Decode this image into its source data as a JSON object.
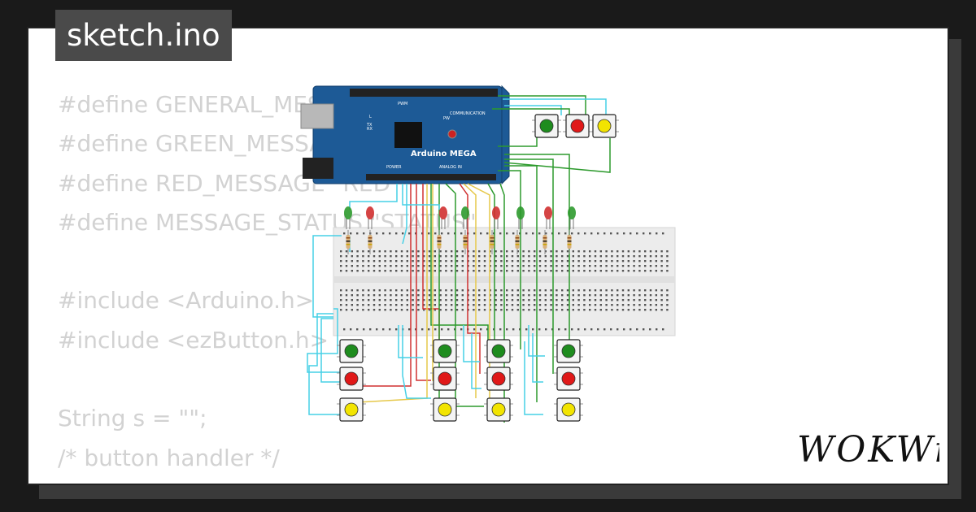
{
  "title": "sketch.ino",
  "code_lines": [
    "#define GENERAL_MESSAGE \"CLEAR\"",
    "#define GREEN_MESSAGE \"GREEN\"",
    "#define RED_MESSAGE \"RED\"",
    "#define MESSAGE_STATUS \"STATUS\"",
    "",
    "#include <Arduino.h>",
    "#include <ezButton.h>",
    "",
    "String s = \"\";",
    "/* button handler */"
  ],
  "board": {
    "name": "Arduino MEGA",
    "labels": {
      "pwm": "PWM",
      "communication": "COMMUNICATION",
      "power": "POWER",
      "analog_in": "ANALOG IN",
      "tx": "TX",
      "rx": "RX",
      "l": "L",
      "pwr": "PW"
    }
  },
  "colors": {
    "board": "#1d5a96",
    "wire_green": "#2d9a2d",
    "wire_cyan": "#46d0e6",
    "wire_red": "#d03030",
    "wire_yellow": "#e6c84a",
    "btn_green": "#1e8c1e",
    "btn_red": "#e01818",
    "btn_yellow": "#f2e400"
  },
  "logo": {
    "text": "WOKWi"
  }
}
